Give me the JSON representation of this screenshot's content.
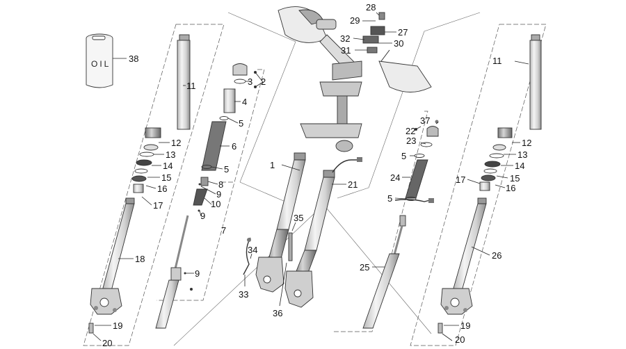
{
  "labels": {
    "l38": "38",
    "l11a": "11",
    "l12a": "12",
    "l13a": "13",
    "l14a": "14",
    "l15a": "15",
    "l16a": "16",
    "l17a": "17",
    "l18": "18",
    "l19a": "19",
    "l20a": "20",
    "l2": "2",
    "l3": "3",
    "l4": "4",
    "l5a": "5",
    "l6": "6",
    "l5b": "5",
    "l8": "8",
    "l9a": "9",
    "l10": "10",
    "l9b": "9",
    "l7": "7",
    "l9c": "9",
    "l28": "28",
    "l29": "29",
    "l27": "27",
    "l32": "32",
    "l30": "30",
    "l31": "31",
    "l1": "1",
    "l21": "21",
    "l35": "35",
    "l34": "34",
    "l33": "33",
    "l36": "36",
    "l37": "37",
    "l22": "22",
    "l23": "23",
    "l5c": "5",
    "l24": "24",
    "l5d": "5",
    "l25": "25",
    "l11b": "11",
    "l12b": "12",
    "l13b": "13",
    "l14b": "14",
    "l15b": "15",
    "l17b": "17",
    "l16b": "16",
    "l26": "26",
    "l19b": "19",
    "l20b": "20"
  },
  "oil_can": {
    "text": "OIL"
  },
  "colors": {
    "line": "#222222",
    "part_fill": "#e8e8e8",
    "part_dark": "#9a9a9a",
    "background": "#ffffff"
  }
}
